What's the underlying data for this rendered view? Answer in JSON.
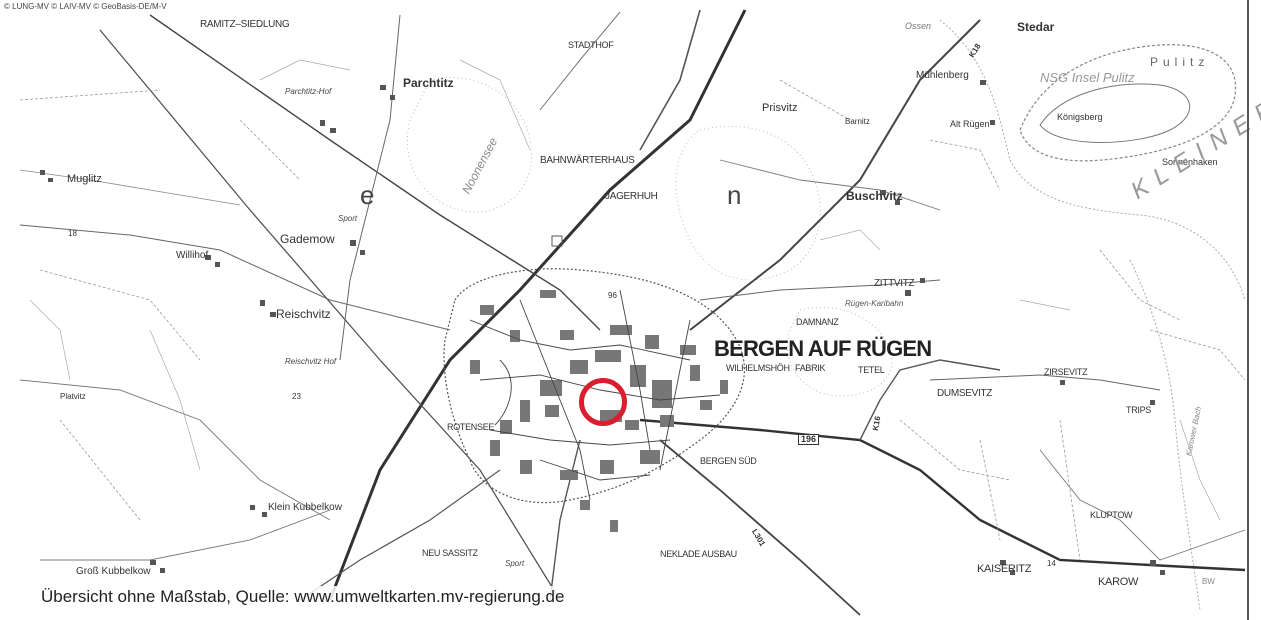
{
  "copyright": "© LUNG-MV © LAIV-MV © GeoBasis-DE/M-V",
  "caption": "Übersicht ohne Maßstab, Quelle: www.umweltkarten.mv-regierung.de",
  "marker": {
    "color": "#d81e2f"
  },
  "labels": {
    "ramitz_siedlung": "RAMITZ–SIEDLUNG",
    "stadthof": "STADTHOF",
    "parchtitz": "Parchtitz",
    "parchtitz_hof": "Parchtitz-Hof",
    "stedar": "Stedar",
    "ossen": "Ossen",
    "muhlenberg": "Mühlenberg",
    "nsg_insel_pulitz": "NSG Insel Pulitz",
    "pulitz": "Pulitz",
    "konigsberg": "Königsberg",
    "sonnenhaken": "Sonnenhaken",
    "kleiner": "KLEINER",
    "prisvitz": "Prisvitz",
    "barnitz": "Barnitz",
    "alt_rugen": "Alt Rügen",
    "bahnwarterhaus": "BAHNWÄRTERHAUS",
    "noonensee": "Noonensee",
    "jagerhuh": "JAGERHUH",
    "buschvitz": "Buschvitz",
    "muglitz": "Muglitz",
    "gademow": "Gademow",
    "sport": "Sport",
    "willihof": "Willihof",
    "zittvitz": "ZITTVITZ",
    "rugen_karibahn": "Rügen-Karibahn",
    "reischvitz": "Reischvitz",
    "reischvitz_hof": "Reischvitz Hof",
    "bergen_auf_rugen": "BERGEN AUF RÜGEN",
    "wilhelmshoh": "WILHELMSHÖH",
    "fabrik": "FABRIK",
    "tetel": "TETEL",
    "damnanz": "DAMNANZ",
    "zirsevitz": "ZIRSEVITZ",
    "dumsevitz": "DUMSEVITZ",
    "platvitz": "Platvitz",
    "rotensee": "ROTENSEE",
    "trips": "TRIPS",
    "karower_bach": "Karower Bach",
    "bergen_sud": "BERGEN SÜD",
    "klein_kubbelkow": "Klein Kubbelkow",
    "kluptow": "KLUPTOW",
    "neu_sassitz": "NEU SASSITZ",
    "neklade_ausbau": "NEKLADE AUSBAU",
    "kaiseritz": "KAISERITZ",
    "karow": "KAROW",
    "gross_kubbelkow": "Groß Kubbelkow",
    "road_196": "196",
    "road_96": "96",
    "road_l301": "L301",
    "road_k18": "K18",
    "road_k16": "K16",
    "bw": "BW",
    "num_18": "18",
    "num_23": "23",
    "num_14": "14",
    "letter_e": "e",
    "letter_n": "n"
  }
}
